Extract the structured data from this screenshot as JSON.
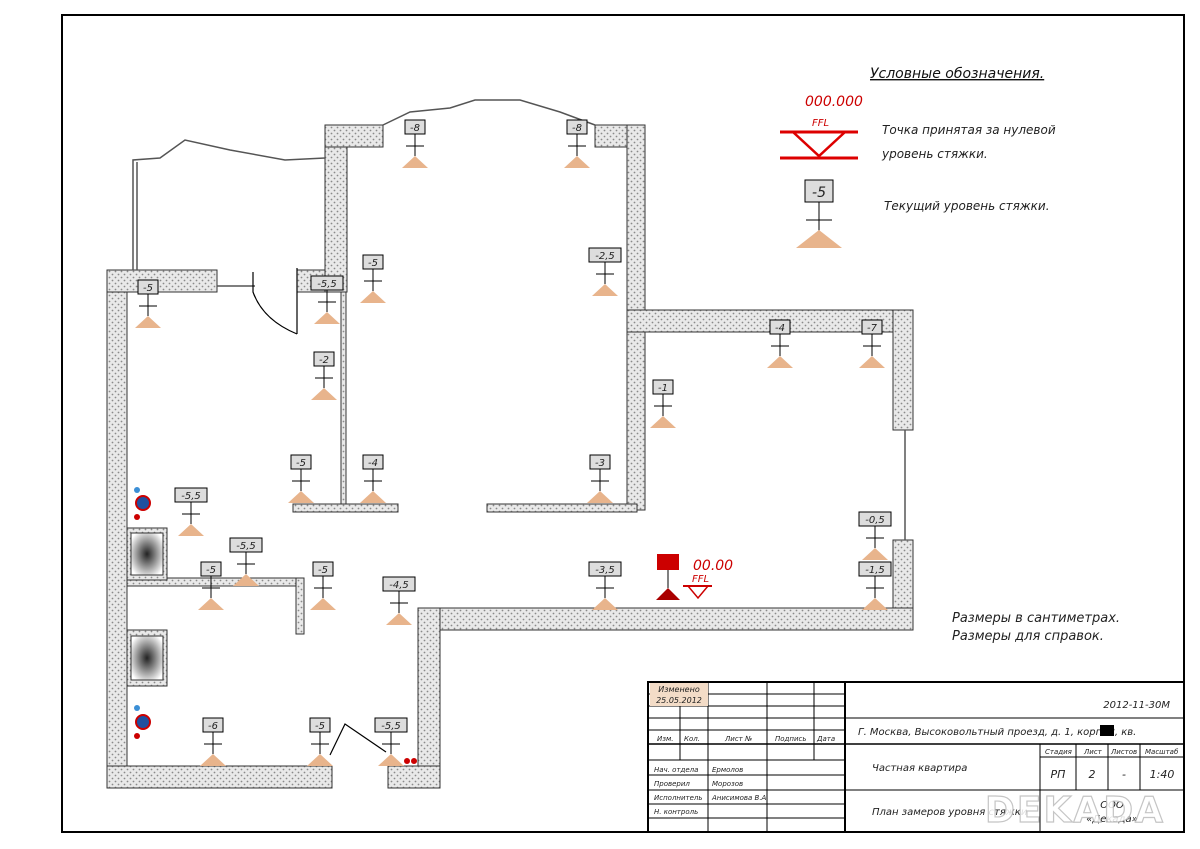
{
  "legend": {
    "title": "Условные обозначения.",
    "zero_value": "000.000",
    "zero_ffl": "FFL",
    "zero_desc_line1": "Точка принятая за нулевой",
    "zero_desc_line2": "уровень стяжки.",
    "current_value": "-5",
    "current_desc": "Текущий уровень стяжки."
  },
  "notes": {
    "line1": "Размеры в сантиметрах.",
    "line2": "Размеры для справок."
  },
  "zero_point": {
    "value": "00.00",
    "ffl": "FFL"
  },
  "markers": [
    {
      "id": "m1",
      "label": "-8"
    },
    {
      "id": "m2",
      "label": "-8"
    },
    {
      "id": "m3",
      "label": "-5"
    },
    {
      "id": "m4",
      "label": "-5,5"
    },
    {
      "id": "m5",
      "label": "-5"
    },
    {
      "id": "m6",
      "label": "-2,5"
    },
    {
      "id": "m7",
      "label": "-4"
    },
    {
      "id": "m8",
      "label": "-7"
    },
    {
      "id": "m9",
      "label": "-2"
    },
    {
      "id": "m10",
      "label": "-1"
    },
    {
      "id": "m11",
      "label": "-5"
    },
    {
      "id": "m12",
      "label": "-4"
    },
    {
      "id": "m13",
      "label": "-3"
    },
    {
      "id": "m14",
      "label": "-5,5"
    },
    {
      "id": "m15",
      "label": "-5,5"
    },
    {
      "id": "m16",
      "label": "-5"
    },
    {
      "id": "m17",
      "label": "-5"
    },
    {
      "id": "m18",
      "label": "-4,5"
    },
    {
      "id": "m19",
      "label": "-3,5"
    },
    {
      "id": "m20",
      "label": "-0,5"
    },
    {
      "id": "m21",
      "label": "-1,5"
    },
    {
      "id": "m22",
      "label": "-6"
    },
    {
      "id": "m23",
      "label": "-5"
    },
    {
      "id": "m24",
      "label": "-5,5"
    }
  ],
  "title_block": {
    "changed_label": "Изменено",
    "changed_date": "25.05.2012",
    "code": "2012-11-30М",
    "address": "Г. Москва, Высоковольтный проезд, д. 1, корп. 8, кв.",
    "hdr": [
      "Изм.",
      "Кол.",
      "Лист",
      "№",
      "Подпись",
      "Дата"
    ],
    "stage_label": "Стадия",
    "sheet_label": "Лист",
    "sheets_label": "Листов",
    "scale_label": "Масштаб",
    "stage": "РП",
    "sheet": "2",
    "sheets": "-",
    "scale": "1:40",
    "object": "Частная квартира",
    "drawing": "План замеров уровня стяжки",
    "org_line1": "ООО",
    "org_line2": "«Декада»",
    "people": [
      {
        "role": "Нач. отдела",
        "name": "Ермолов"
      },
      {
        "role": "Проверил",
        "name": "Морозов"
      },
      {
        "role": "Исполнитель",
        "name": "Анисимова В.А."
      },
      {
        "role": "Н. контроль",
        "name": ""
      }
    ]
  },
  "watermark": "DEKADA"
}
